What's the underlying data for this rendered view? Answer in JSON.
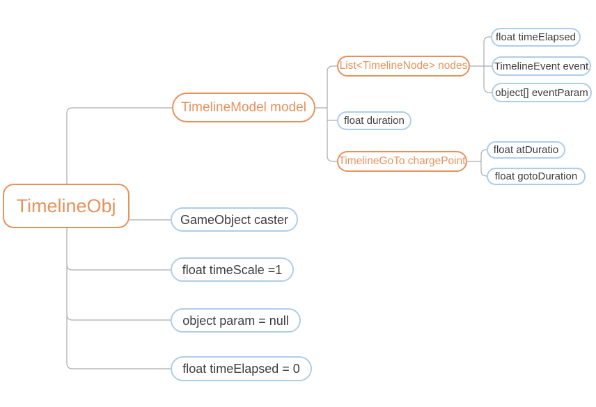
{
  "diagram": {
    "type": "mindmap",
    "background_color": "#ffffff",
    "accent_orange": "#E6925C",
    "accent_blue": "#AECDE6",
    "text_dark": "#3D3D3D",
    "connector_color": "#ABABAB"
  },
  "nodes": {
    "root": {
      "label": "TimelineObj",
      "level": "root",
      "color_role": "orange"
    },
    "timeline_model": {
      "label": "TimelineModel model",
      "level": "child",
      "color_role": "orange"
    },
    "list_nodes": {
      "label": "List<TimelineNode> nodes",
      "level": "grandchild",
      "color_role": "orange"
    },
    "float_time_elapsed": {
      "label": "float timeElapsed",
      "level": "leaf",
      "color_role": "blue"
    },
    "timeline_event": {
      "label": "TimelineEvent event",
      "level": "leaf",
      "color_role": "blue"
    },
    "object_event_param": {
      "label": "object[] eventParam",
      "level": "leaf",
      "color_role": "blue"
    },
    "float_duration": {
      "label": "float duration",
      "level": "grandchild",
      "color_role": "blue"
    },
    "timeline_goto": {
      "label": "TimelineGoTo chargePoint",
      "level": "grandchild",
      "color_role": "orange"
    },
    "float_at_duratio": {
      "label": "float atDuratio",
      "level": "leaf",
      "color_role": "blue"
    },
    "float_goto_duration": {
      "label": "float gotoDuration",
      "level": "leaf",
      "color_role": "blue"
    },
    "gameobject_caster": {
      "label": "GameObject caster",
      "level": "child",
      "color_role": "blue"
    },
    "float_time_scale": {
      "label": "float timeScale =1",
      "level": "child",
      "color_role": "blue"
    },
    "object_param": {
      "label": "object param = null",
      "level": "child",
      "color_role": "blue"
    },
    "float_time_elapsed0": {
      "label": "float timeElapsed = 0",
      "level": "child",
      "color_role": "blue"
    }
  },
  "hierarchy": {
    "TimelineObj": {
      "TimelineModel model": {
        "List<TimelineNode> nodes": [
          "float timeElapsed",
          "TimelineEvent event",
          "object[] eventParam"
        ],
        "float duration": [],
        "TimelineGoTo chargePoint": [
          "float atDuratio",
          "float gotoDuration"
        ]
      },
      "GameObject caster": [],
      "float timeScale =1": [],
      "object param = null": [],
      "float timeElapsed = 0": []
    }
  }
}
